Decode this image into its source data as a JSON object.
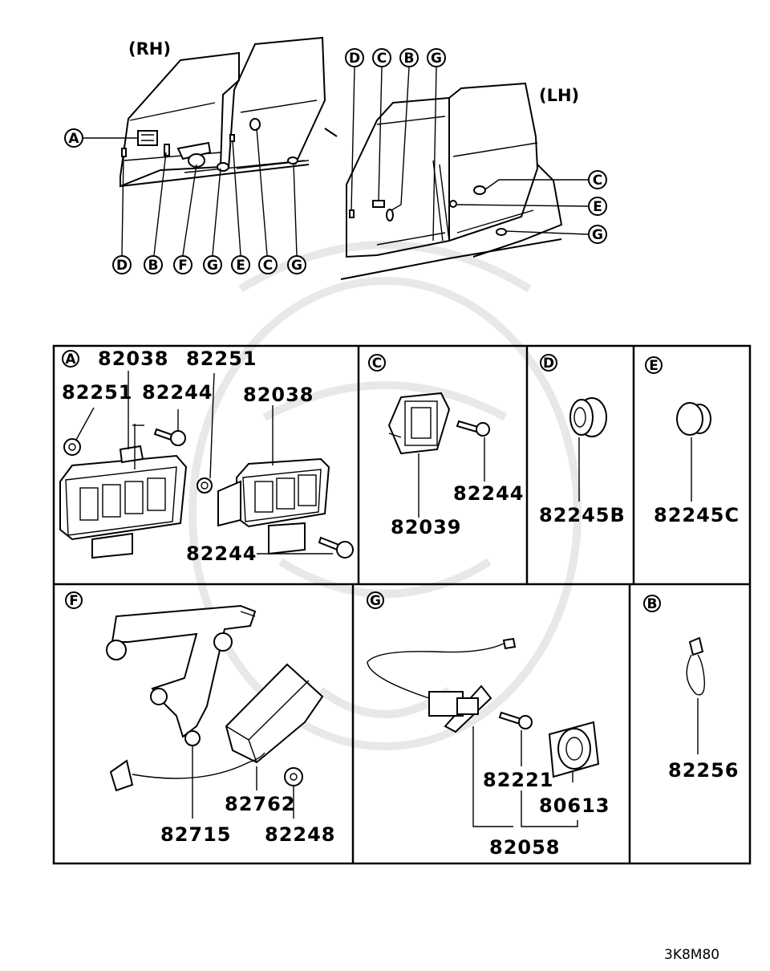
{
  "top_view": {
    "rh_label": "(RH)",
    "lh_label": "(LH)",
    "rh_callouts": {
      "a": "A",
      "d": "D",
      "b": "B",
      "f": "F",
      "g1": "G",
      "e": "E",
      "c": "C",
      "g2": "G"
    },
    "lh_callouts": {
      "d": "D",
      "c_top": "C",
      "b": "B",
      "g_top": "G",
      "c_right": "C",
      "e": "E",
      "g_right": "G"
    }
  },
  "panels": {
    "a": {
      "letter": "A",
      "parts": [
        "82038",
        "82251",
        "82251",
        "82244",
        "82038",
        "82244"
      ]
    },
    "c": {
      "letter": "C",
      "parts": [
        "82244",
        "82039"
      ]
    },
    "d": {
      "letter": "D",
      "parts": [
        "82245B"
      ]
    },
    "e": {
      "letter": "E",
      "parts": [
        "82245C"
      ]
    },
    "f": {
      "letter": "F",
      "parts": [
        "82762",
        "82715",
        "82248"
      ]
    },
    "g": {
      "letter": "G",
      "parts": [
        "82221",
        "80613",
        "82058"
      ]
    },
    "b": {
      "letter": "B",
      "parts": [
        "82256"
      ]
    }
  },
  "diagram_code": "3K8M80"
}
